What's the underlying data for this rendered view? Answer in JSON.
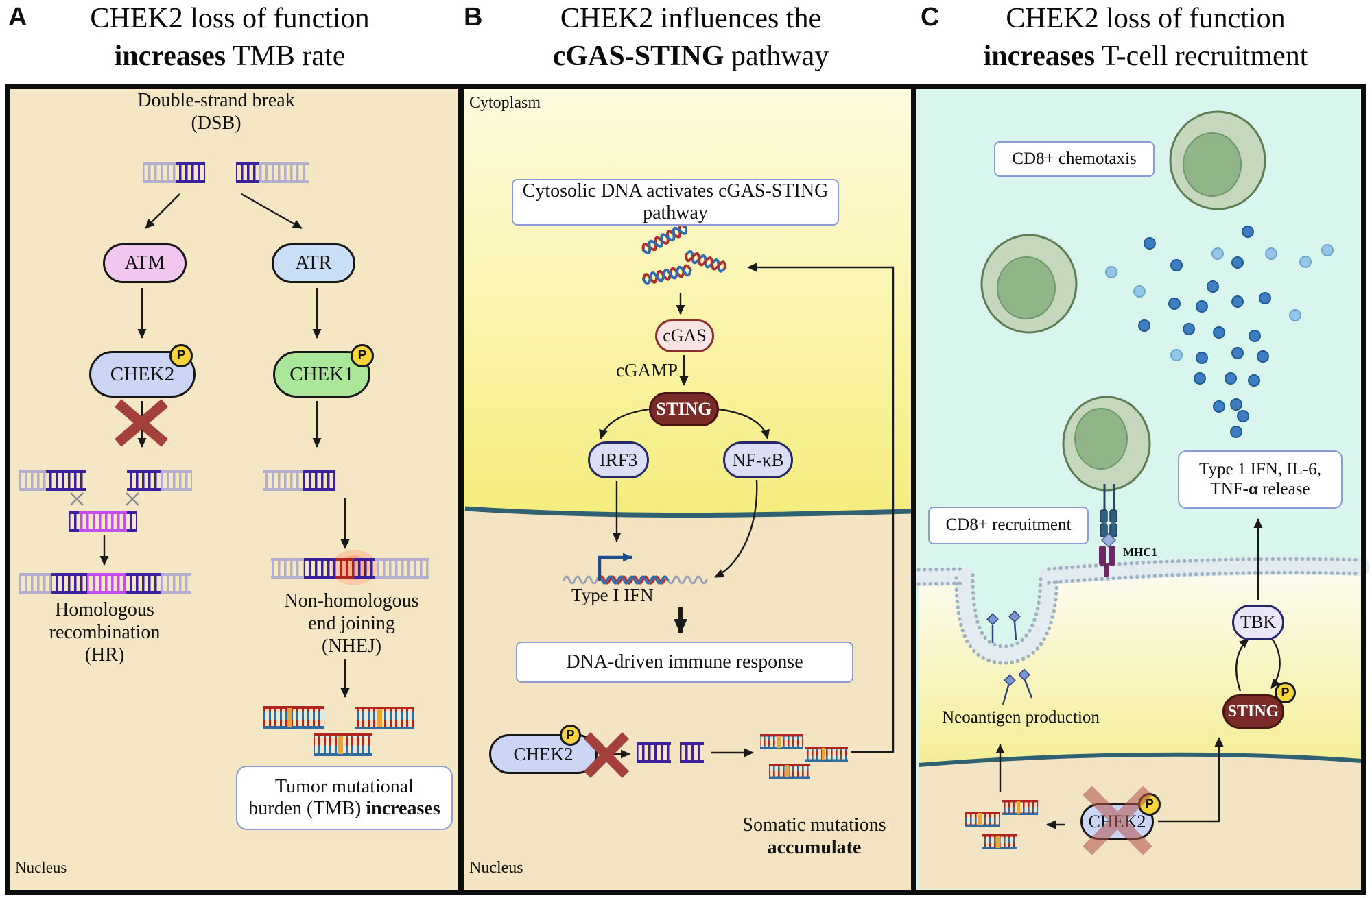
{
  "titles": [
    {
      "letter": "A",
      "line1": "CHEK2 loss of function",
      "line2_bold": "increases",
      "line2_rest": " TMB rate"
    },
    {
      "letter": "B",
      "line1": "CHEK2 influences the",
      "line2_bold": "cGAS-STING",
      "line2_rest": " pathway"
    },
    {
      "letter": "C",
      "line1": "CHEK2 loss of function",
      "line2_bold": "increases",
      "line2_rest": " T-cell recruitment"
    }
  ],
  "panelA": {
    "dsb_label": "Double-strand break\n(DSB)",
    "atm": "ATM",
    "atr": "ATR",
    "chek2": "CHEK2",
    "chek1": "CHEK1",
    "phospho": "P",
    "hr_label": "Homologous\nrecombination\n(HR)",
    "nhej_label": "Non-homologous\nend joining\n(NHEJ)",
    "tmb_normal": "Tumor mutational\nburden (TMB) ",
    "tmb_bold": "increases",
    "nucleus": "Nucleus"
  },
  "panelB": {
    "cytoplasm": "Cytoplasm",
    "nucleus": "Nucleus",
    "cytosolic_box": "Cytosolic DNA activates cGAS-STING pathway",
    "cgas": "cGAS",
    "cgamp": "cGAMP",
    "sting": "STING",
    "irf3": "IRF3",
    "nfkb": "NF-κB",
    "type1_ifn": "Type I IFN",
    "immune_box": "DNA-driven immune response",
    "chek2": "CHEK2",
    "phospho": "P",
    "somatic_normal": "Somatic mutations\n",
    "somatic_bold": "accumulate"
  },
  "panelC": {
    "cd8_chemotaxis": "CD8+ chemotaxis",
    "release_line1": "Type 1 IFN, IL-6,",
    "release_l2a": "TNF-",
    "release_l2b": "α",
    "release_l2c": " release",
    "cd8_recruitment": "CD8+ recruitment",
    "mhc1": "MHC1",
    "tbk": "TBK",
    "sting": "STING",
    "phospho": "P",
    "neoantigen": "Neoantigen production",
    "chek2": "CHEK2"
  },
  "colors": {
    "panelA_bg": "#f5e7c4",
    "panelB_nucleus_bg": "#f4e4c1",
    "panelC_extracellular_bg": "#d8f5ee",
    "panelC_nucleus_bg": "#f3e4c3",
    "cytoplasm_yellow": "#f6ee82",
    "membrane_teal": "#2e6272",
    "atm_pink": "#f2c7ef",
    "atr_blue": "#cadef6",
    "chek2_lavender": "#ccd5f6",
    "chek1_green": "#abe79a",
    "phospho_yellow": "#f6d43c",
    "red_x": "#a3403c",
    "cgas_pink": "#f9e6e4",
    "sting_maroon": "#7b2b27",
    "irf3_lavender": "#dcdef5",
    "tbk_lavender": "#eae6f8",
    "box_border_blue": "#8b9bd6",
    "dna_purple": "#3a1f9e",
    "dna_gray": "#b4aecd",
    "dna_magenta": "#c24ef0",
    "dna_red": "#b3241f",
    "dna_blue": "#2e6da4",
    "dna_orange": "#eda432",
    "cell_green": "#c5d8bd",
    "cell_nucleus_green": "#8fb589",
    "dot_dark_blue": "#3d7ec2",
    "dot_light_blue": "#93c6e8",
    "promoter_blue": "#1f4e8c"
  }
}
